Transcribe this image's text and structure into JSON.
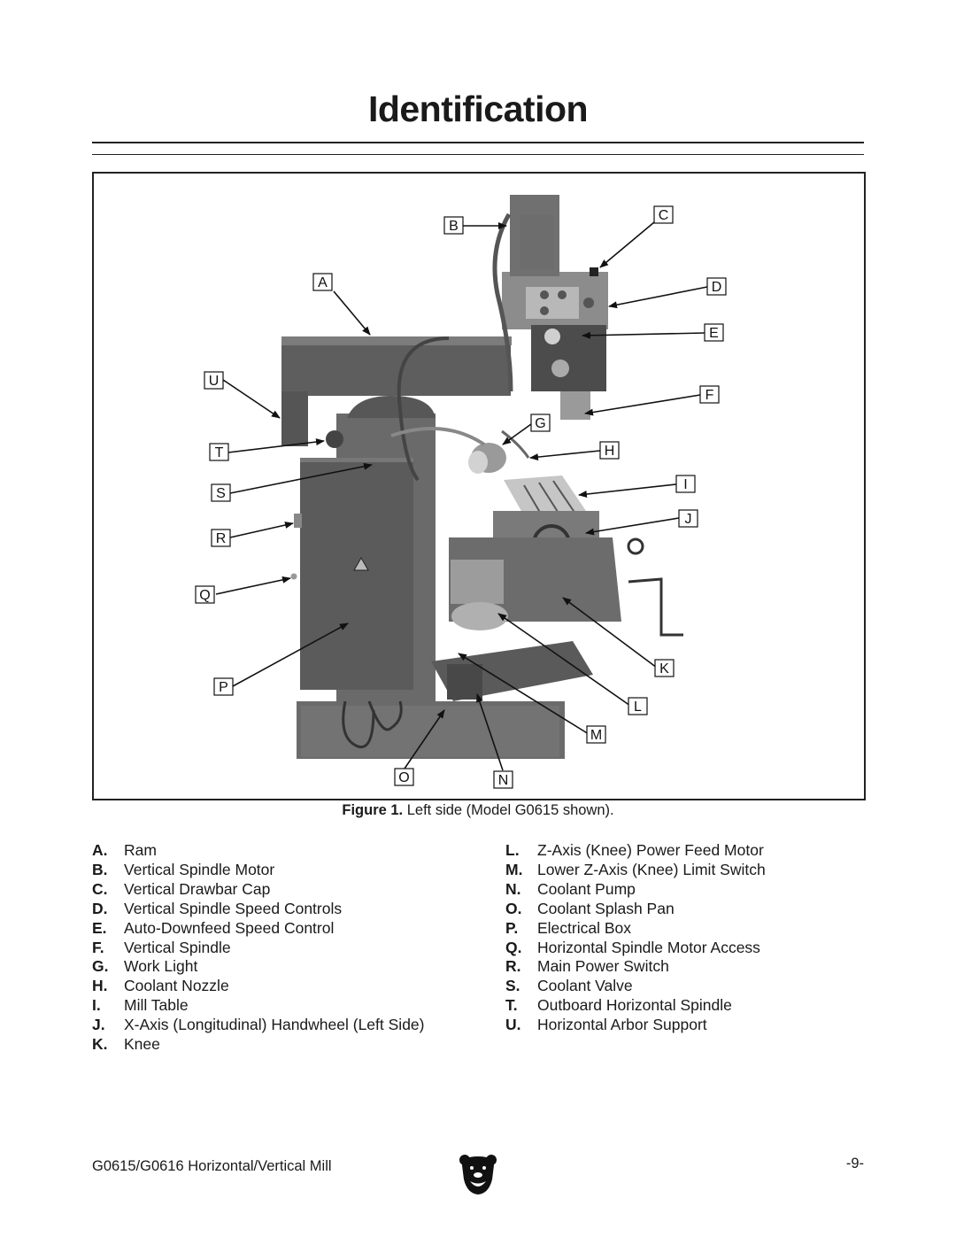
{
  "page": {
    "title": "Identification",
    "caption_bold": "Figure 1.",
    "caption_text": " Left side (Model G0615 shown).",
    "footer_left": "G0615/G0616 Horizontal/Vertical Mill",
    "footer_right": "-9-"
  },
  "figure": {
    "callouts": [
      "A",
      "B",
      "C",
      "D",
      "E",
      "F",
      "G",
      "H",
      "I",
      "J",
      "K",
      "L",
      "M",
      "N",
      "O",
      "P",
      "Q",
      "R",
      "S",
      "T",
      "U"
    ]
  },
  "legend": {
    "left": [
      {
        "letter": "A.",
        "label": "Ram"
      },
      {
        "letter": "B.",
        "label": "Vertical Spindle Motor"
      },
      {
        "letter": "C.",
        "label": "Vertical Drawbar Cap"
      },
      {
        "letter": "D.",
        "label": "Vertical Spindle Speed Controls"
      },
      {
        "letter": "E.",
        "label": "Auto-Downfeed Speed Control"
      },
      {
        "letter": "F.",
        "label": "Vertical Spindle"
      },
      {
        "letter": "G.",
        "label": "Work Light"
      },
      {
        "letter": "H.",
        "label": "Coolant Nozzle"
      },
      {
        "letter": "I.",
        "label": "Mill Table"
      },
      {
        "letter": "J.",
        "label": "X-Axis (Longitudinal) Handwheel (Left Side)"
      },
      {
        "letter": "K.",
        "label": "Knee"
      }
    ],
    "right": [
      {
        "letter": "L.",
        "label": "Z-Axis (Knee) Power Feed Motor"
      },
      {
        "letter": "M.",
        "label": "Lower Z-Axis (Knee) Limit Switch"
      },
      {
        "letter": "N.",
        "label": "Coolant Pump"
      },
      {
        "letter": "O.",
        "label": "Coolant Splash Pan"
      },
      {
        "letter": "P.",
        "label": "Electrical Box"
      },
      {
        "letter": "Q.",
        "label": "Horizontal Spindle Motor Access"
      },
      {
        "letter": "R.",
        "label": "Main Power Switch"
      },
      {
        "letter": "S.",
        "label": "Coolant Valve"
      },
      {
        "letter": "T.",
        "label": "Outboard Horizontal Spindle"
      },
      {
        "letter": "U.",
        "label": "Horizontal Arbor Support"
      }
    ]
  }
}
